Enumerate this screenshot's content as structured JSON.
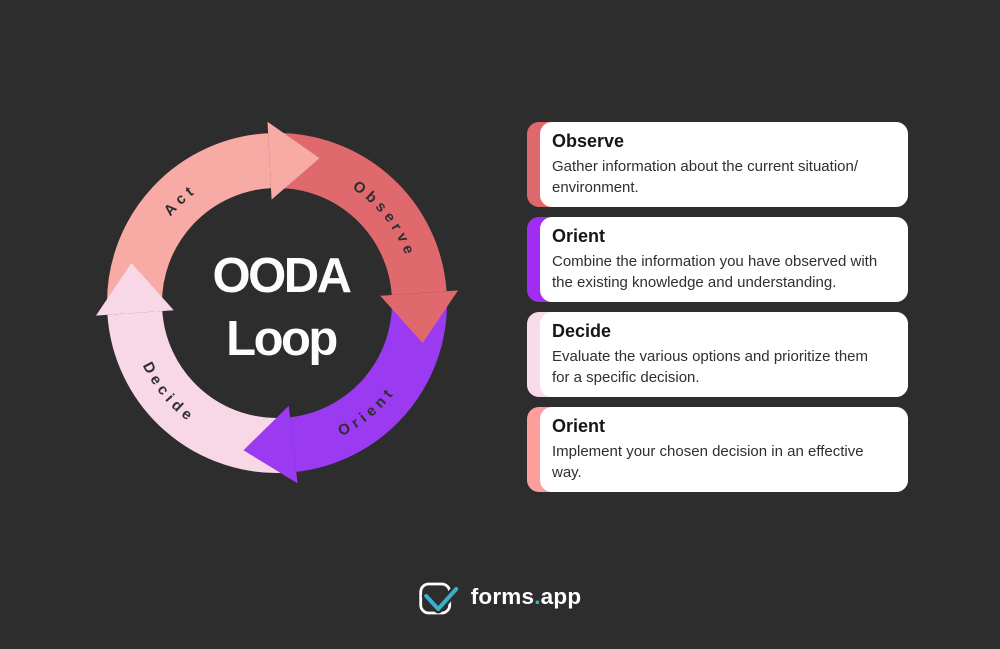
{
  "page": {
    "background": "#2d2d2d"
  },
  "diagram": {
    "title_line1": "OODA",
    "title_line2": "Loop",
    "title_color": "#fcfcfc",
    "label_color": "#2e2e30",
    "segments": [
      {
        "id": "act",
        "label": "Act",
        "color": "#f7aba4"
      },
      {
        "id": "observe",
        "label": "Observe",
        "color": "#e0696d"
      },
      {
        "id": "orient",
        "label": "Orient",
        "color": "#9a3bf2"
      },
      {
        "id": "decide",
        "label": "Decide",
        "color": "#f8d7e7"
      }
    ]
  },
  "cards": [
    {
      "title": "Observe",
      "description": "Gather information about the current situation/\nenvironment.",
      "accent_color": "#dd696d"
    },
    {
      "title": "Orient",
      "description": "Combine the information you have observed with\nthe existing knowledge and understanding.",
      "accent_color": "#a12df2"
    },
    {
      "title": "Decide",
      "description": "Evaluate the various options and prioritize them\nfor a specific decision.",
      "accent_color": "#f9dcea"
    },
    {
      "title": "Orient",
      "description": "Implement your chosen decision in an effective way.",
      "accent_color": "#fb9e9c"
    }
  ],
  "footer": {
    "brand_name": "forms",
    "brand_dot": ".",
    "brand_suffix": "app",
    "accent_color": "#3aafc9"
  }
}
